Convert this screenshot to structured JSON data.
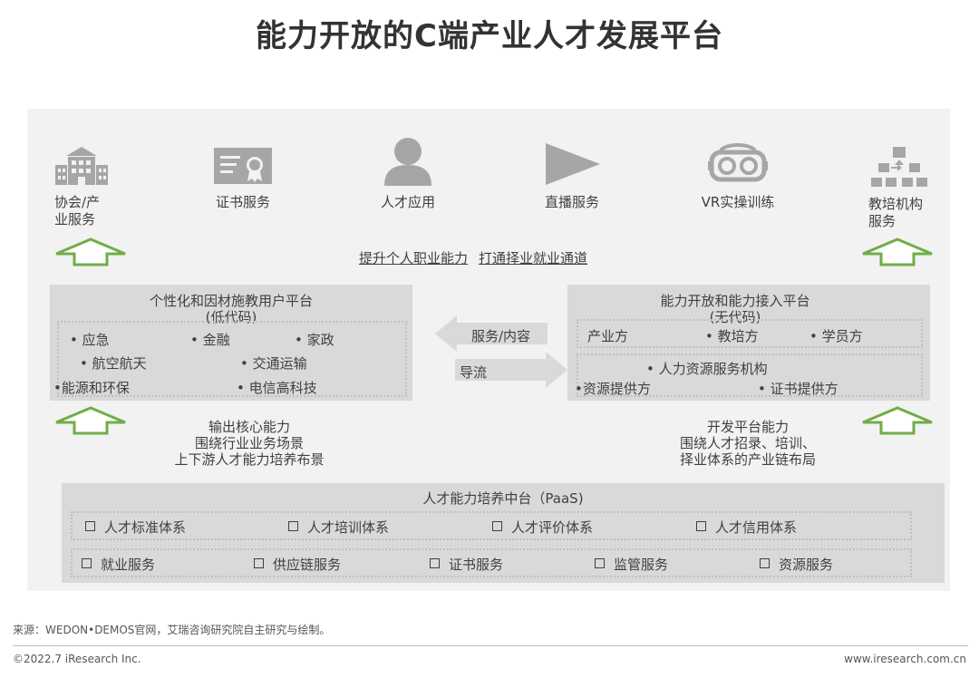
{
  "title": "能力开放的C端产业人才发展平台",
  "top_icons": [
    {
      "label": "协会/产\n业服务",
      "icon": "building-icon"
    },
    {
      "label": "证书服务",
      "icon": "certificate-icon"
    },
    {
      "label": "人才应用",
      "icon": "person-icon"
    },
    {
      "label": "直播服务",
      "icon": "play-icon"
    },
    {
      "label": "VR实操训练",
      "icon": "vr-headset-icon"
    },
    {
      "label": "教培机构\n服务",
      "icon": "hierarchy-icon"
    }
  ],
  "goals": [
    "提升个人职业能力",
    "打通择业就业通道"
  ],
  "left_platform": {
    "title": "个性化和因材施教用户平台",
    "subtitle": "(低代码)",
    "items": [
      "• 应急",
      "• 金融",
      "• 家政",
      "• 航空航天",
      "• 交通运输",
      "•能源和环保",
      "• 电信高科技"
    ]
  },
  "right_platform": {
    "title": "能力开放和能力接入平台",
    "subtitle": "(无代码)",
    "row1": [
      "产业方",
      "• 教培方",
      "• 学员方"
    ],
    "row2_title": "• 人力资源服务机构",
    "row2": [
      "•资源提供方",
      "• 证书提供方"
    ]
  },
  "arrows": {
    "service": "服务/内容",
    "traffic": "导流"
  },
  "left_note": [
    "输出核心能力",
    "围绕行业业务场景",
    "上下游人才能力培养布景"
  ],
  "right_note": [
    "开发平台能力",
    "围绕人才招录、培训、",
    "择业体系的产业链布局"
  ],
  "paas": {
    "title": "人才能力培养中台（PaaS)",
    "row1": [
      "人才标准体系",
      "人才培训体系",
      "人才评价体系",
      "人才信用体系"
    ],
    "row2": [
      "就业服务",
      "供应链服务",
      "证书服务",
      "监管服务",
      "资源服务"
    ]
  },
  "source": "来源：WEDON•DEMOS官网，艾瑞咨询研究院自主研究与绘制。",
  "copyright": "©2022.7 iResearch Inc.",
  "site": "www.iresearch.com.cn",
  "colors": {
    "arrow_green": "#70ad47",
    "icon_gray": "#a6a6a6",
    "box": "#d9d9d9",
    "panel": "#f2f2f2"
  }
}
